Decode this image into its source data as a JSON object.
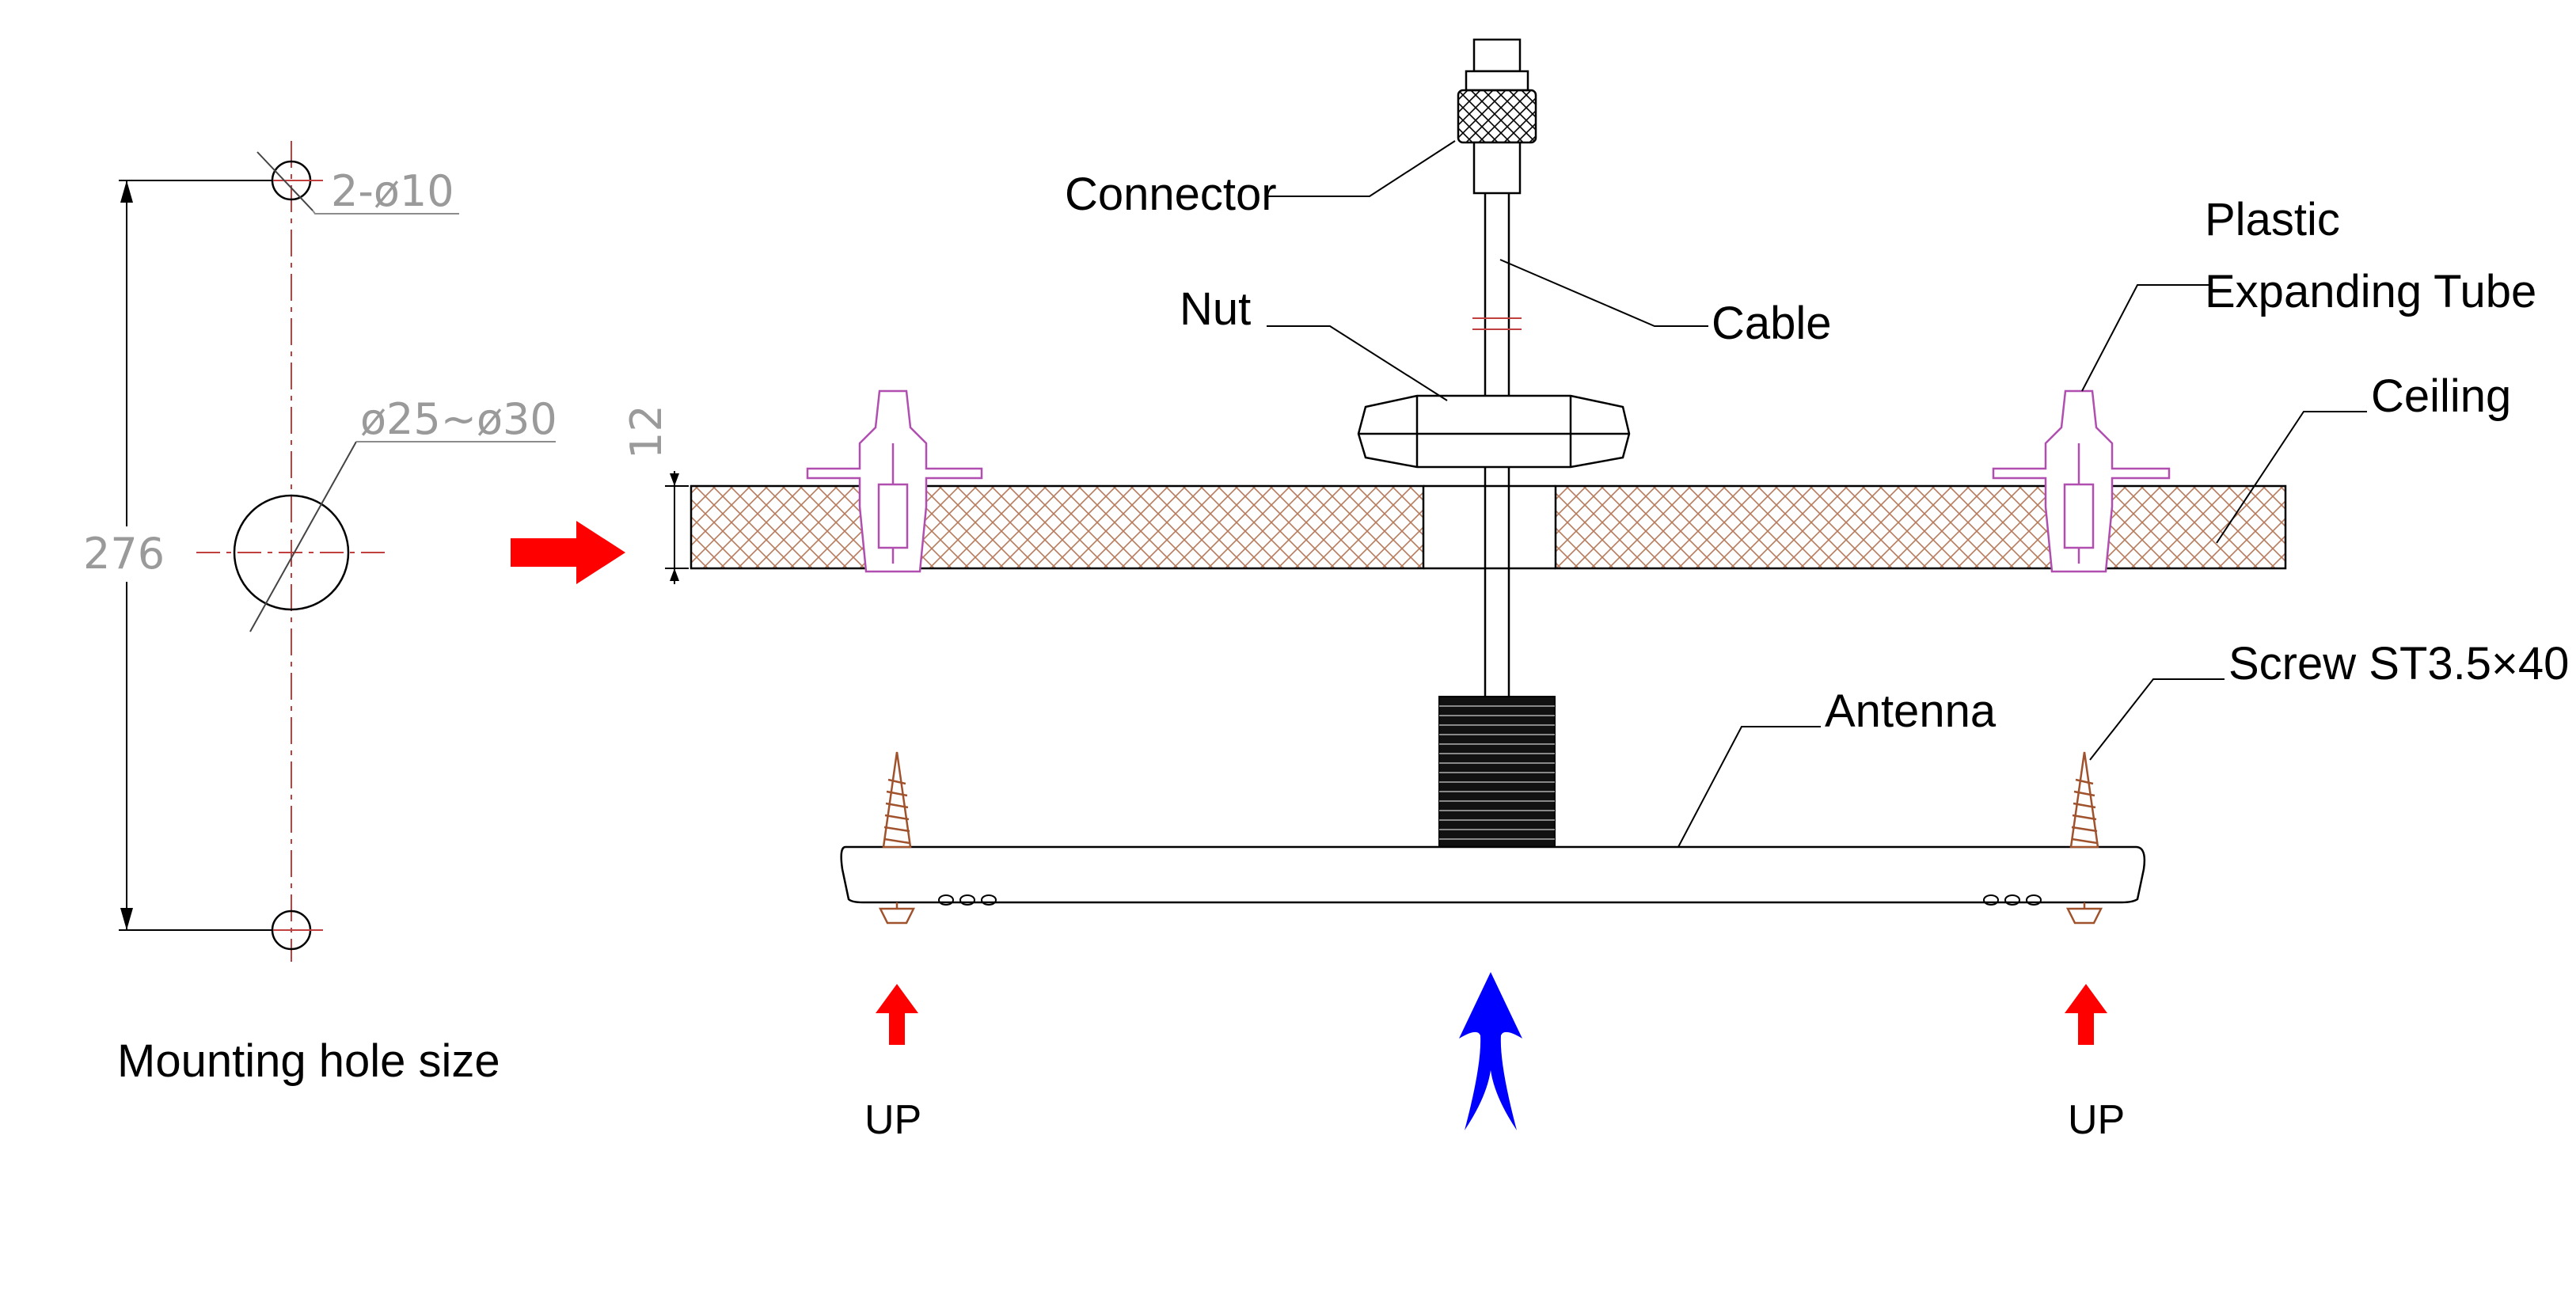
{
  "title": "",
  "labels": {
    "connector": "Connector",
    "nut": "Nut",
    "cable": "Cable",
    "plastic_tube_line1": "Plastic",
    "plastic_tube_line2": "Expanding Tube",
    "ceiling": "Ceiling",
    "antenna": "Antenna",
    "screw": "Screw ST3.5×40",
    "up_left": "UP",
    "up_right": "UP",
    "mounting_hole_caption": "Mounting hole size"
  },
  "dimensions": {
    "small_holes": "2-ø10",
    "center_hole": "ø25~ø30",
    "hole_spacing": "276",
    "ceiling_thickness": "12"
  },
  "colors": {
    "line": "#000000",
    "dimension": "#8c8c8c",
    "centerline": "#c04040",
    "ceiling_hatch": "#b77a5a",
    "expanding_tube": "#b04fb0",
    "screw": "#a0522d",
    "insert_arrow": "#ff0000",
    "up_arrow": "#ff0000",
    "signal_arrow": "#0000ff"
  }
}
